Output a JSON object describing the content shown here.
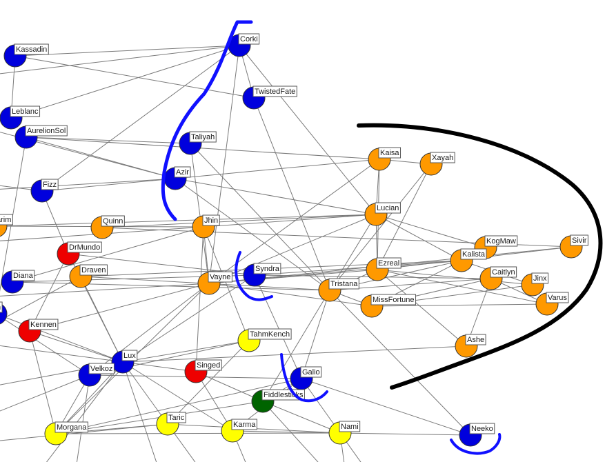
{
  "colors": {
    "blue": "#0000dd",
    "orange": "#ff9900",
    "yellow": "#ffff00",
    "red": "#ee0000",
    "green": "#006400",
    "annotation_blue": "#1010ff",
    "annotation_black": "#000000"
  },
  "nodes": [
    {
      "name": "Kassadin",
      "color": "blue"
    },
    {
      "name": "Corki",
      "color": "blue"
    },
    {
      "name": "TwistedFate",
      "color": "blue"
    },
    {
      "name": "Leblanc",
      "color": "blue"
    },
    {
      "name": "AurelionSol",
      "color": "blue"
    },
    {
      "name": "Taliyah",
      "color": "blue"
    },
    {
      "name": "Azir",
      "color": "blue"
    },
    {
      "name": "Fizz",
      "color": "blue"
    },
    {
      "name": "Kaisa",
      "color": "orange"
    },
    {
      "name": "Xayah",
      "color": "orange"
    },
    {
      "name": "Lucian",
      "color": "orange"
    },
    {
      "name": "arim",
      "color": "orange"
    },
    {
      "name": "Quinn",
      "color": "orange"
    },
    {
      "name": "Jhin",
      "color": "orange"
    },
    {
      "name": "DrMundo",
      "color": "red"
    },
    {
      "name": "KogMaw",
      "color": "orange"
    },
    {
      "name": "Sivir",
      "color": "orange"
    },
    {
      "name": "Kalista",
      "color": "orange"
    },
    {
      "name": "Ezreal",
      "color": "orange"
    },
    {
      "name": "Syndra",
      "color": "blue"
    },
    {
      "name": "Diana",
      "color": "blue"
    },
    {
      "name": "Draven",
      "color": "orange"
    },
    {
      "name": "Vayne",
      "color": "orange"
    },
    {
      "name": "Tristana",
      "color": "orange"
    },
    {
      "name": "Caitlyn",
      "color": "orange"
    },
    {
      "name": "Jinx",
      "color": "orange"
    },
    {
      "name": "Varus",
      "color": "orange"
    },
    {
      "name": "MissFortune",
      "color": "orange"
    },
    {
      "name": "h",
      "color": "blue"
    },
    {
      "name": "Kennen",
      "color": "red"
    },
    {
      "name": "TahmKench",
      "color": "yellow"
    },
    {
      "name": "Ashe",
      "color": "orange"
    },
    {
      "name": "Lux",
      "color": "blue"
    },
    {
      "name": "Velkoz",
      "color": "blue"
    },
    {
      "name": "Singed",
      "color": "red"
    },
    {
      "name": "Galio",
      "color": "blue"
    },
    {
      "name": "Fiddlesticks",
      "color": "green"
    },
    {
      "name": "Taric",
      "color": "yellow"
    },
    {
      "name": "Morgana",
      "color": "yellow"
    },
    {
      "name": "Karma",
      "color": "yellow"
    },
    {
      "name": "Nami",
      "color": "yellow"
    },
    {
      "name": "Neeko",
      "color": "blue"
    }
  ],
  "edges": [
    [
      "Kassadin",
      "Corki"
    ],
    [
      "Kassadin",
      "TwistedFate"
    ],
    [
      "Kassadin",
      "Leblanc"
    ],
    [
      "Leblanc",
      "Corki"
    ],
    [
      "AurelionSol",
      "Taliyah"
    ],
    [
      "AurelionSol",
      "Azir"
    ],
    [
      "AurelionSol",
      "Kaisa"
    ],
    [
      "AurelionSol",
      "h"
    ],
    [
      "Fizz",
      "Corki"
    ],
    [
      "Fizz",
      "Kaisa"
    ],
    [
      "Fizz",
      "DrMundo"
    ],
    [
      "Taliyah",
      "Vayne"
    ],
    [
      "Taliyah",
      "Tristana"
    ],
    [
      "Azir",
      "Lucian"
    ],
    [
      "Azir",
      "Tristana"
    ],
    [
      "TwistedFate",
      "Tristana"
    ],
    [
      "TwistedFate",
      "Corki"
    ],
    [
      "Corki",
      "Vayne"
    ],
    [
      "Corki",
      "Lucian"
    ],
    [
      "Kaisa",
      "Xayah"
    ],
    [
      "Kaisa",
      "Lucian"
    ],
    [
      "Kaisa",
      "Ezreal"
    ],
    [
      "Kaisa",
      "Vayne"
    ],
    [
      "Xayah",
      "Tristana"
    ],
    [
      "Xayah",
      "Ezreal"
    ],
    [
      "Lucian",
      "Ezreal"
    ],
    [
      "Lucian",
      "KogMaw"
    ],
    [
      "Lucian",
      "Kalista"
    ],
    [
      "Lucian",
      "Tristana"
    ],
    [
      "Lucian",
      "Vayne"
    ],
    [
      "Lucian",
      "Quinn"
    ],
    [
      "Lucian",
      "arim"
    ],
    [
      "arim",
      "Jhin"
    ],
    [
      "Quinn",
      "Sivir"
    ],
    [
      "Jhin",
      "Vayne"
    ],
    [
      "Jhin",
      "Singed"
    ],
    [
      "Jhin",
      "TahmKench"
    ],
    [
      "Jhin",
      "Diana"
    ],
    [
      "Jhin",
      "Lucian"
    ],
    [
      "DrMundo",
      "Kennen"
    ],
    [
      "DrMundo",
      "Lux"
    ],
    [
      "DrMundo",
      "Syndra"
    ],
    [
      "Draven",
      "Lux"
    ],
    [
      "Draven",
      "Tristana"
    ],
    [
      "Draven",
      "Kalista"
    ],
    [
      "Diana",
      "Syndra"
    ],
    [
      "Diana",
      "Tristana"
    ],
    [
      "Vayne",
      "Sivir"
    ],
    [
      "Vayne",
      "Kalista"
    ],
    [
      "Vayne",
      "Ezreal"
    ],
    [
      "Vayne",
      "MissFortune"
    ],
    [
      "Vayne",
      "Velkoz"
    ],
    [
      "Vayne",
      "Morgana"
    ],
    [
      "Vayne",
      "Kennen"
    ],
    [
      "Syndra",
      "Galio"
    ],
    [
      "Syndra",
      "Kalista"
    ],
    [
      "Syndra",
      "Caitlyn"
    ],
    [
      "Tristana",
      "Ezreal"
    ],
    [
      "Tristana",
      "Kalista"
    ],
    [
      "Tristana",
      "MissFortune"
    ],
    [
      "Tristana",
      "Galio"
    ],
    [
      "Tristana",
      "Neeko"
    ],
    [
      "Tristana",
      "Fiddlesticks"
    ],
    [
      "Tristana",
      "Caitlyn"
    ],
    [
      "Ezreal",
      "Jinx"
    ],
    [
      "Ezreal",
      "Varus"
    ],
    [
      "Ezreal",
      "Sivir"
    ],
    [
      "Ezreal",
      "Ashe"
    ],
    [
      "MissFortune",
      "Jinx"
    ],
    [
      "MissFortune",
      "Kalista"
    ],
    [
      "MissFortune",
      "Varus"
    ],
    [
      "MissFortune",
      "Caitlyn"
    ],
    [
      "Kalista",
      "KogMaw"
    ],
    [
      "Kalista",
      "Jinx"
    ],
    [
      "Caitlyn",
      "Ashe"
    ],
    [
      "Caitlyn",
      "Varus"
    ],
    [
      "Ashe",
      "Lux"
    ],
    [
      "TahmKench",
      "Velkoz"
    ],
    [
      "TahmKench",
      "Lux"
    ],
    [
      "TahmKench",
      "Taric"
    ],
    [
      "Galio",
      "Fiddlesticks"
    ],
    [
      "Galio",
      "Nami"
    ],
    [
      "Galio",
      "Morgana"
    ],
    [
      "Lux",
      "Velkoz"
    ],
    [
      "Lux",
      "Morgana"
    ],
    [
      "Lux",
      "Karma"
    ],
    [
      "Lux",
      "Taric"
    ],
    [
      "Lux",
      "Syndra"
    ],
    [
      "Velkoz",
      "Morgana"
    ],
    [
      "Velkoz",
      "Galio"
    ],
    [
      "Singed",
      "Karma"
    ],
    [
      "Singed",
      "Fiddlesticks"
    ],
    [
      "Fiddlesticks",
      "Morgana"
    ],
    [
      "Fiddlesticks",
      "Nami"
    ],
    [
      "Taric",
      "Nami"
    ],
    [
      "Morgana",
      "Nami"
    ],
    [
      "Karma",
      "Nami"
    ],
    [
      "Nami",
      "Neeko"
    ],
    [
      "Kennen",
      "Lux"
    ],
    [
      "Kennen",
      "Morgana"
    ],
    [
      "h",
      "Lux"
    ],
    [
      "h",
      "Velkoz"
    ],
    [
      "Morgana",
      "Taric"
    ],
    [
      "Karma",
      "Galio"
    ],
    [
      "Neeko",
      "Galio"
    ]
  ]
}
